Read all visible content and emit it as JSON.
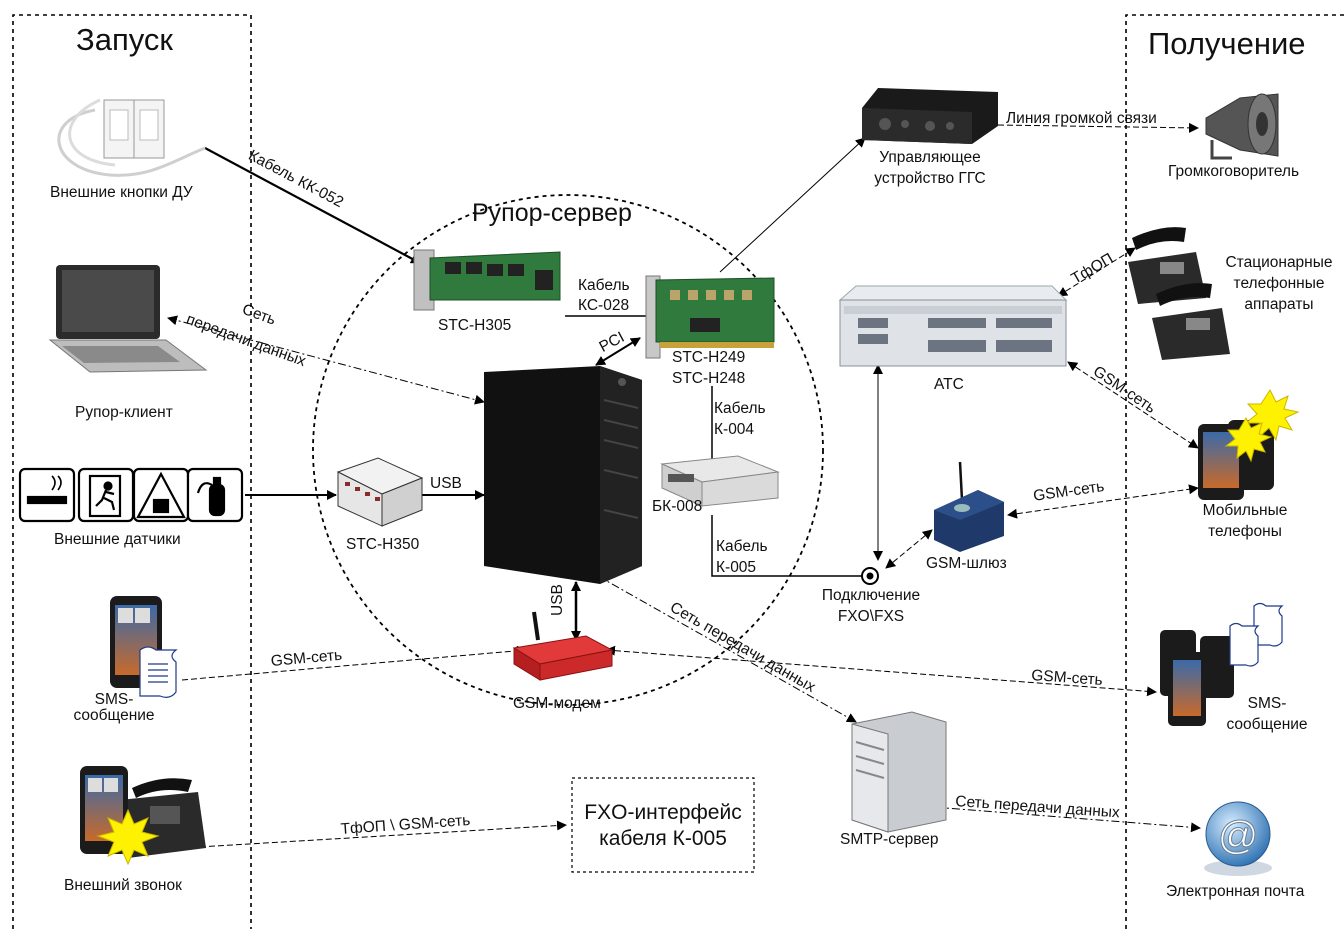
{
  "sections": {
    "launch": "Запуск",
    "receive": "Получение",
    "server": "Рупор-сервер"
  },
  "devices": {
    "remote_buttons": "Внешние кнопки ДУ",
    "rupor_client": "Рупор-клиент",
    "external_sensors": "Внешние датчики",
    "sms_left_1": "SMS-",
    "sms_left_2": "сообщение",
    "external_call": "Внешний звонок",
    "stc_h305": "STC-H305",
    "stc_h249": "STC-H249",
    "stc_h248": "STC-H248",
    "stc_h350": "STC-H350",
    "bk_008": "БК-008",
    "gsm_modem": "GSM-модем",
    "ggs_control_1": "Управляющее",
    "ggs_control_2": "устройство  ГГС",
    "loudspeaker": "Громкоговоритель",
    "stationary_1": "Стационарные",
    "stationary_2": "телефонные",
    "stationary_3": "аппараты",
    "pbx": "АТС",
    "mobile_1": "Мобильные",
    "mobile_2": "телефоны",
    "gsm_gateway": "GSM-шлюз",
    "fxo_1": "Подключение",
    "fxo_2": "FXO\\FXS",
    "sms_right_1": "SMS-",
    "sms_right_2": "сообщение",
    "smtp_server": "SMTP-сервер",
    "email": "Электронная почта",
    "fxo_iface_1": "FXO-интерфейс",
    "fxo_iface_2": "кабеля К-005"
  },
  "links": {
    "kk052": "Кабель КК-052",
    "net_1": "Сеть",
    "net_2": "передачи данных",
    "usb_h350": "USB",
    "usb_modem": "USB",
    "pci": "PCI",
    "kc028_1": "Кабель",
    "kc028_2": "КС-028",
    "k004_1": "Кабель",
    "k004_2": "К-004",
    "k005_1": "Кабель",
    "k005_2": "К-005",
    "loud_line": "Линия громкой связи",
    "tfop": "ТфОП",
    "gsm_pbx_mobile": "GSM-сеть",
    "gsm_gw_mobile": "GSM-сеть",
    "gsm_sms_left": "GSM-сеть",
    "gsm_sms_right": "GSM-сеть",
    "net_smtp": "Сеть передачи данных",
    "net_email": "Сеть передачи данных",
    "tfop_gsm": "ТфОП \\ GSM-сеть"
  },
  "icons": [
    "buttons-icon",
    "laptop-icon",
    "smoking-sign-icon",
    "exit-sign-icon",
    "hazard-sign-icon",
    "extinguisher-sign-icon",
    "mobile-phone-icon",
    "desk-phone-icon",
    "pci-card-icon",
    "server-tower-icon",
    "usb-box-icon",
    "breakout-box-icon",
    "gsm-modem-icon",
    "amplifier-icon",
    "horn-speaker-icon",
    "pbx-icon",
    "gsm-gateway-icon",
    "smtp-server-icon",
    "email-globe-icon",
    "sms-scroll-icon",
    "burst-icon"
  ]
}
